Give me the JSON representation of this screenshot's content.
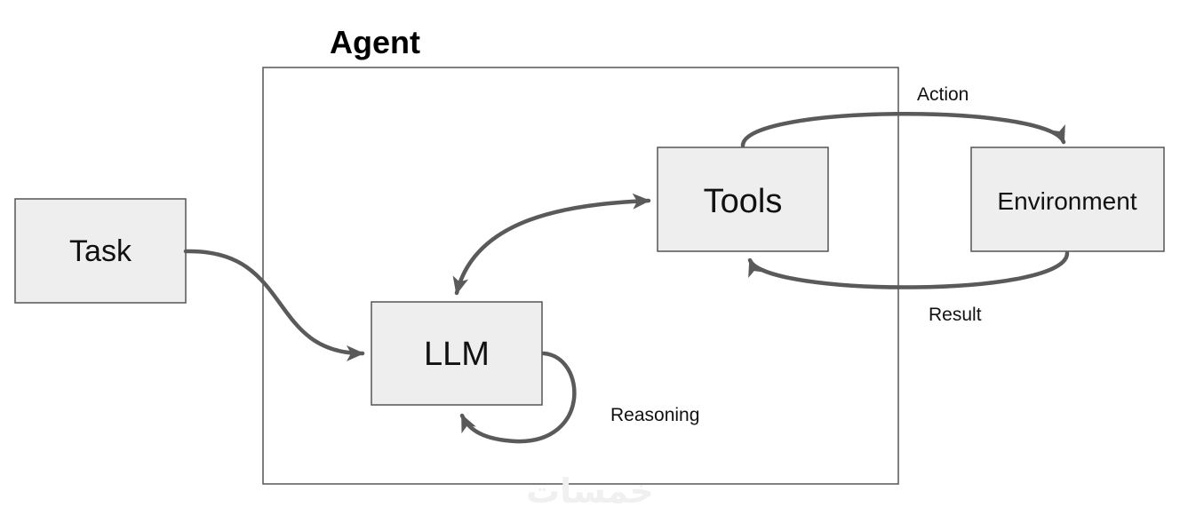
{
  "diagram": {
    "container": {
      "title": "Agent"
    },
    "nodes": {
      "task": {
        "label": "Task"
      },
      "llm": {
        "label": "LLM"
      },
      "tools": {
        "label": "Tools"
      },
      "environment": {
        "label": "Environment"
      }
    },
    "edges": {
      "task_to_llm": {
        "label": ""
      },
      "llm_tools": {
        "label": ""
      },
      "llm_self": {
        "label": "Reasoning"
      },
      "tools_to_environment": {
        "label": "Action"
      },
      "environment_to_tools": {
        "label": "Result"
      }
    },
    "watermark": "خمسات"
  }
}
